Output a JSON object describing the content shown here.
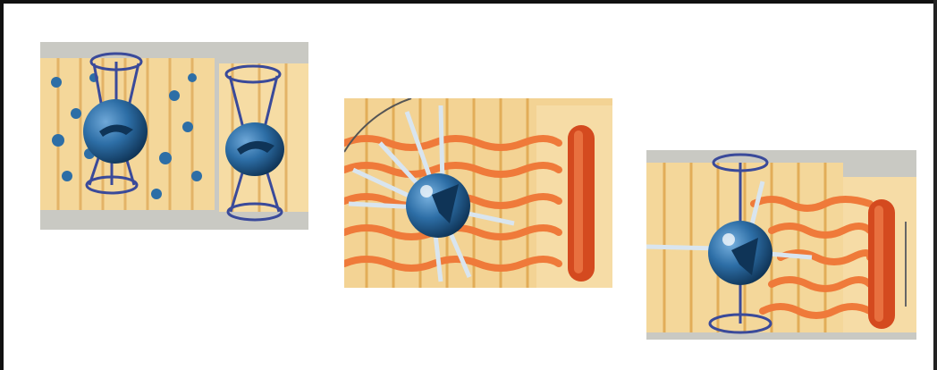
{
  "figure": {
    "panels": [
      {
        "id": "p1",
        "description_icon": "magnetic-dipole-sphere-with-cones-icon"
      },
      {
        "id": "p2",
        "description_icon": "sphere-with-radiating-arrows-icon"
      },
      {
        "id": "p3",
        "description_icon": "sphere-with-rings-and-wavy-arrows-icon"
      }
    ]
  },
  "colors": {
    "background": "#ffffff",
    "panel_gray": "#c8c8c4",
    "panel_yellow": "#f4d79a",
    "stripe": "#e6b45e",
    "sphere": "#2d6ea6",
    "sphere_dark": "#123b60",
    "ring": "#3a4a9a",
    "wave_orange": "#ef7a3a",
    "red_plate": "#d44a1f",
    "arrow_white": "#dbe6f0"
  }
}
